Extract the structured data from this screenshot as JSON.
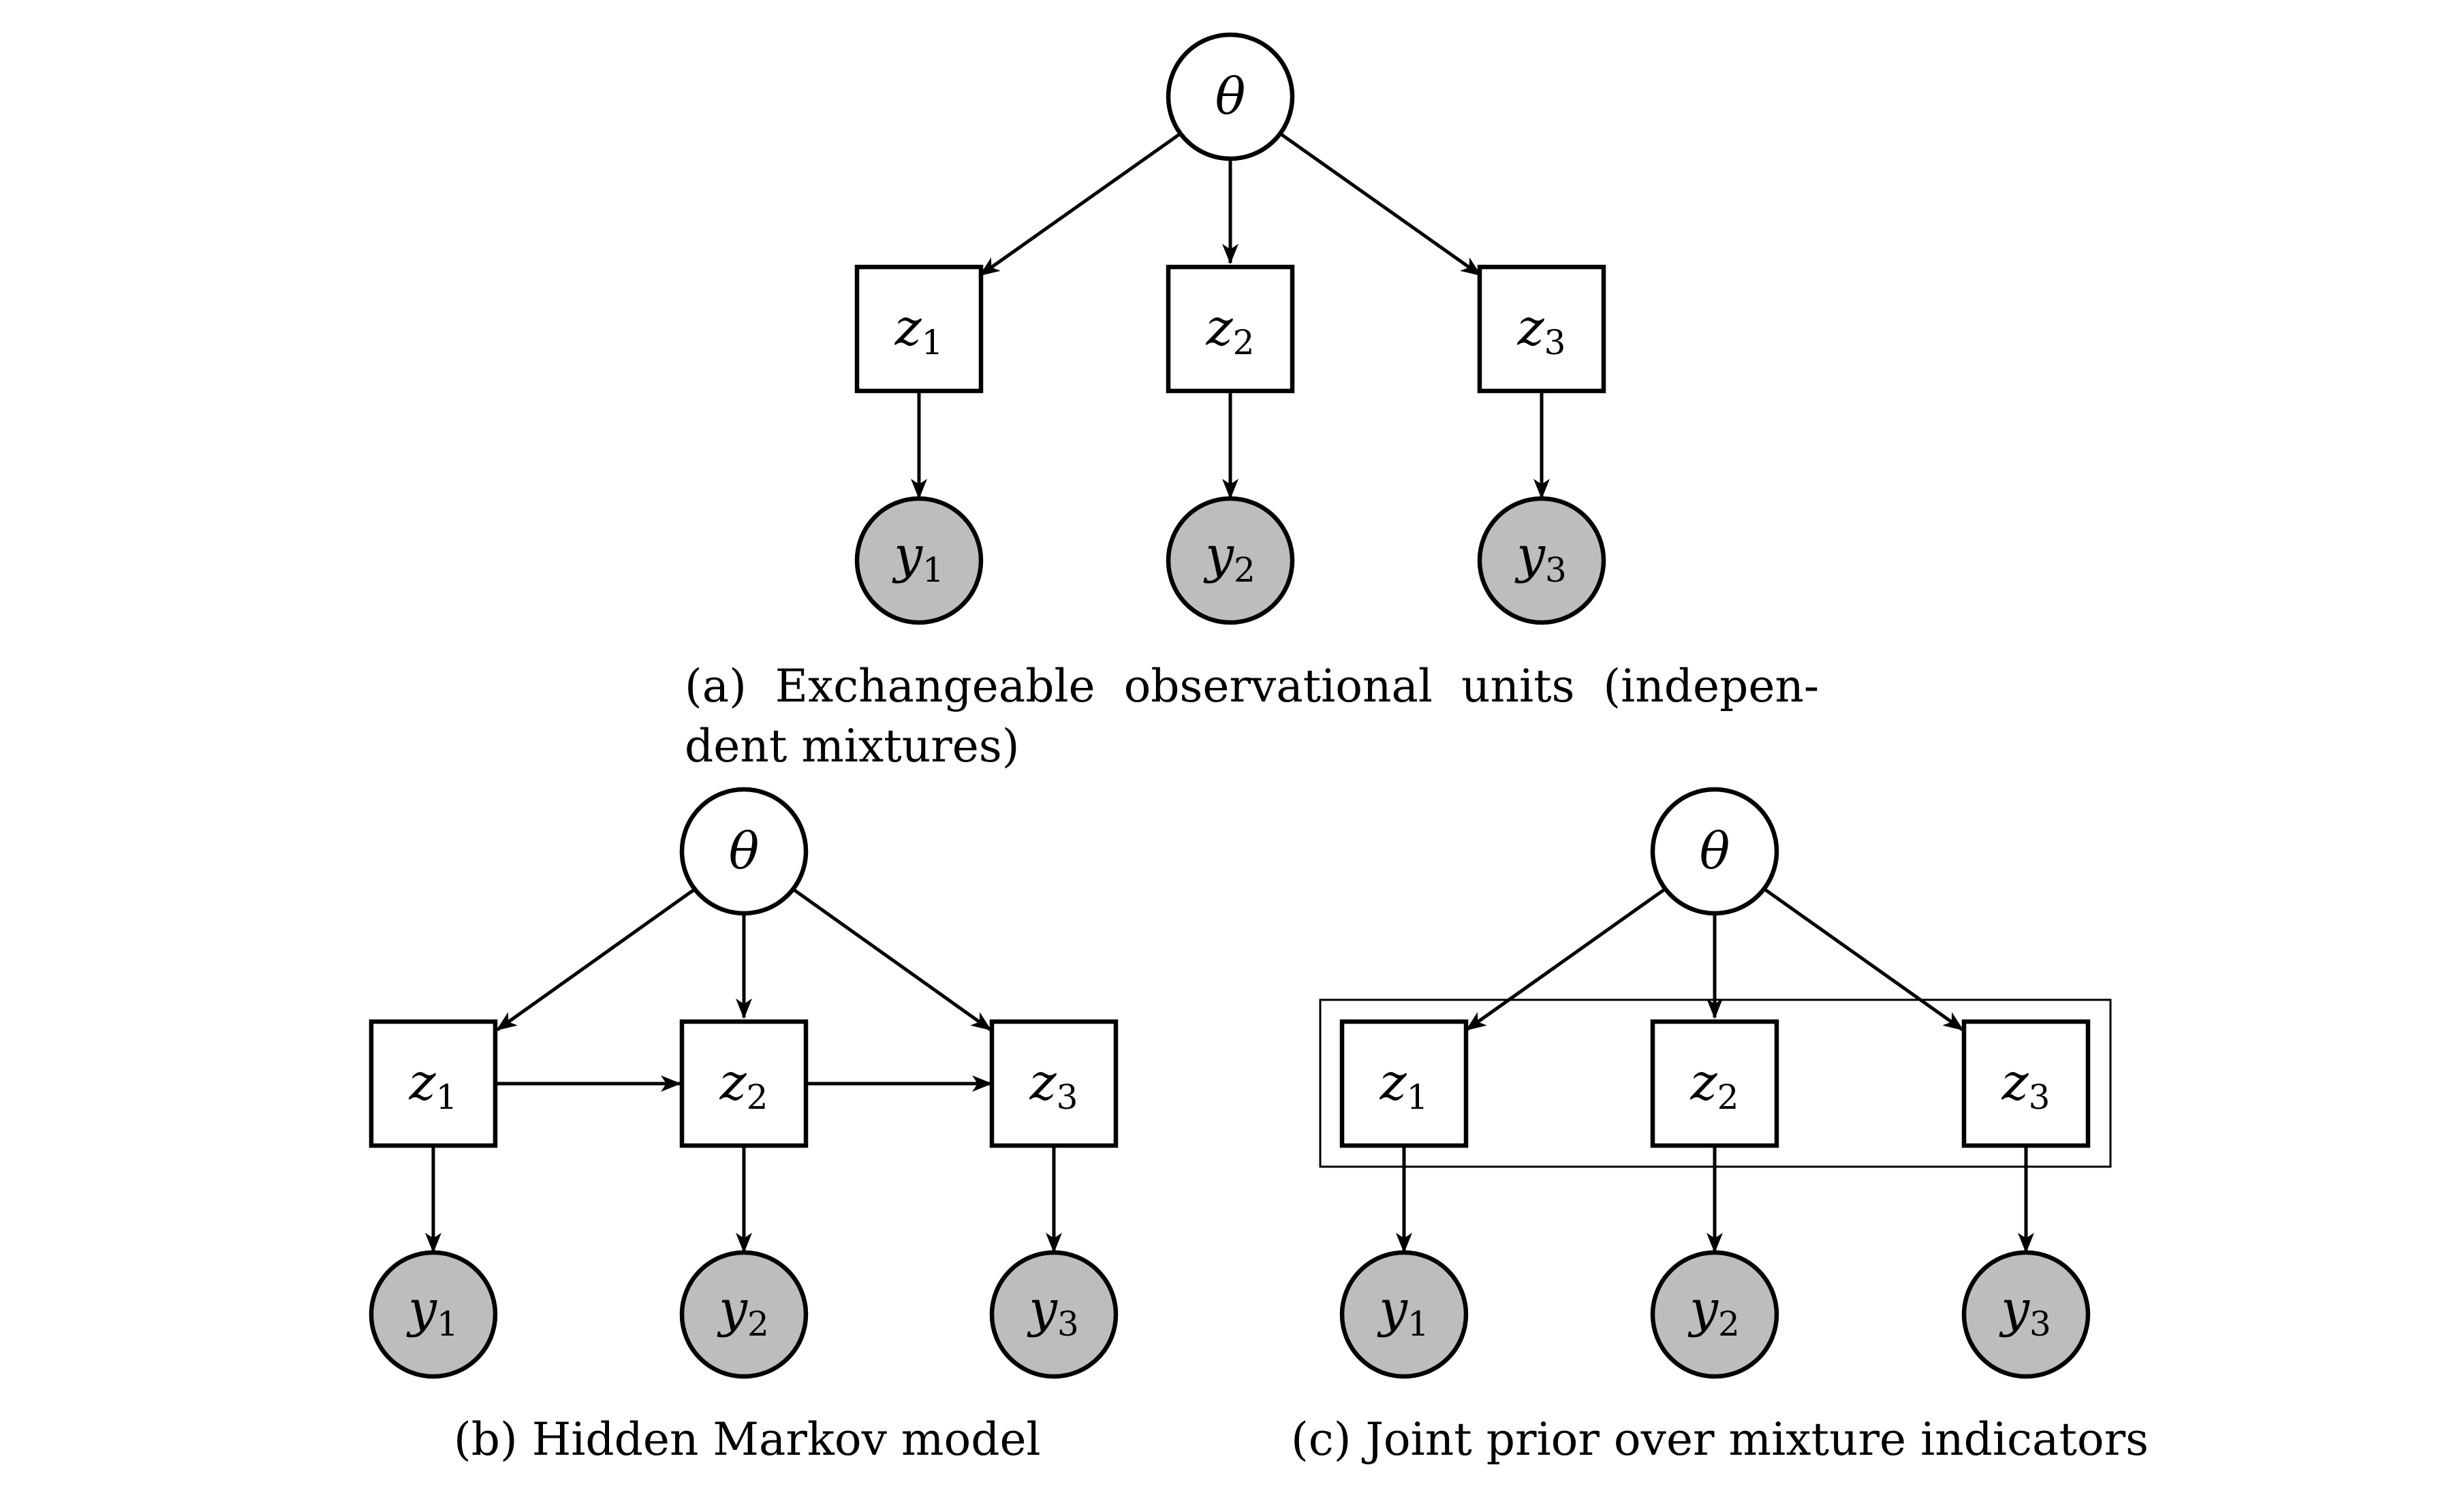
{
  "panels": {
    "a": {
      "caption_line1": "(a)  Exchangeable  observational  units  (indepen-",
      "caption_line2": "dent mixtures)",
      "theta": "θ",
      "z": [
        {
          "base": "z",
          "sub": "1"
        },
        {
          "base": "z",
          "sub": "2"
        },
        {
          "base": "z",
          "sub": "3"
        }
      ],
      "y": [
        {
          "base": "y",
          "sub": "1"
        },
        {
          "base": "y",
          "sub": "2"
        },
        {
          "base": "y",
          "sub": "3"
        }
      ]
    },
    "b": {
      "caption": "(b) Hidden Markov model",
      "theta": "θ",
      "z": [
        {
          "base": "z",
          "sub": "1"
        },
        {
          "base": "z",
          "sub": "2"
        },
        {
          "base": "z",
          "sub": "3"
        }
      ],
      "y": [
        {
          "base": "y",
          "sub": "1"
        },
        {
          "base": "y",
          "sub": "2"
        },
        {
          "base": "y",
          "sub": "3"
        }
      ]
    },
    "c": {
      "caption": "(c) Joint prior over mixture indicators",
      "theta": "θ",
      "z": [
        {
          "base": "z",
          "sub": "1"
        },
        {
          "base": "z",
          "sub": "2"
        },
        {
          "base": "z",
          "sub": "3"
        }
      ],
      "y": [
        {
          "base": "y",
          "sub": "1"
        },
        {
          "base": "y",
          "sub": "2"
        },
        {
          "base": "y",
          "sub": "3"
        }
      ]
    }
  },
  "colors": {
    "observed_fill": "#bdbdbd",
    "latent_fill": "#ffffff",
    "stroke": "#000000"
  }
}
